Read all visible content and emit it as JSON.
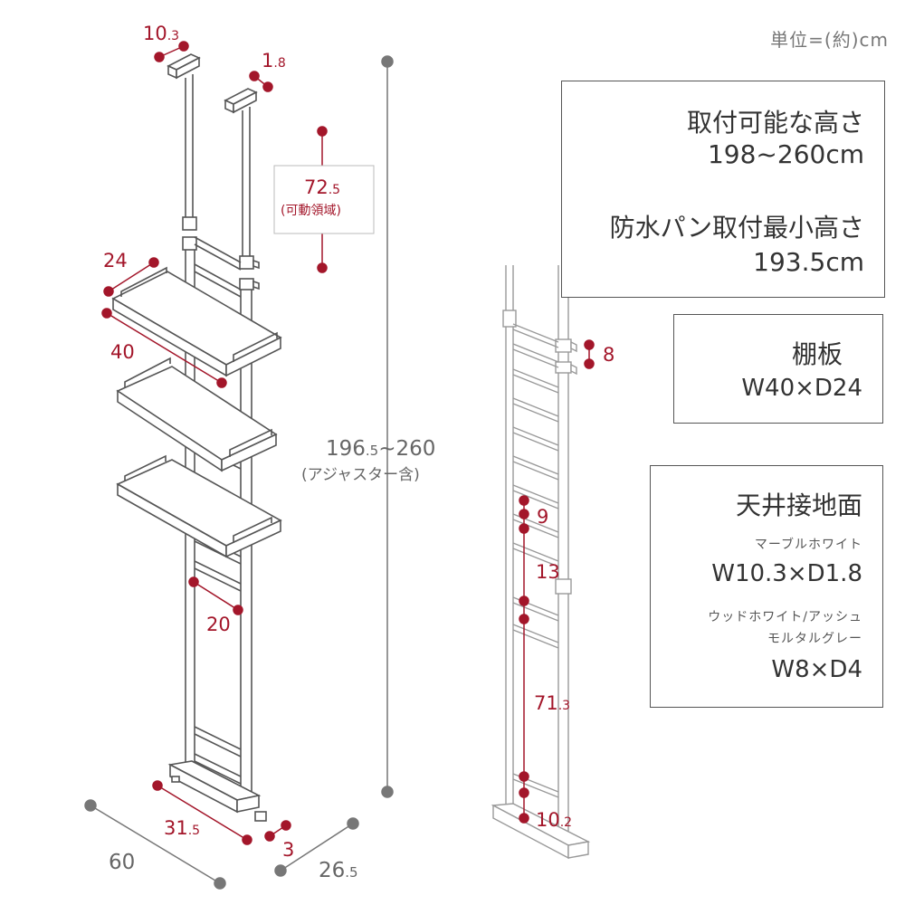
{
  "unit": "単位=(約)cm",
  "box_height": {
    "label1": "取付可能な高さ",
    "value1": "198~260cm",
    "label2": "防水パン取付最小高さ",
    "value2": "193.5cm"
  },
  "box_shelf": {
    "label": "棚板",
    "value": "W40×D24"
  },
  "box_contact": {
    "label": "天井接地面",
    "marble_label": "マーブルホワイト",
    "marble_value": "W10.3×D1.8",
    "wood_label_1": "ウッドホワイト/アッシュ",
    "wood_label_2": "モルタルグレー",
    "wood_value": "W8×D4"
  },
  "dims": {
    "top_pad_width_main": "10",
    "top_pad_width_sub": ".3",
    "top_pad_depth_main": "1",
    "top_pad_depth_sub": ".8",
    "adjust_range_main": "72",
    "adjust_range_sub": ".5",
    "adjust_range_note": "(可動領域)",
    "shelf_depth": "24",
    "shelf_width": "40",
    "total_height_main_a": "196",
    "total_height_sub": ".5",
    "total_height_main_b": "~260",
    "total_height_note": "(アジャスター含)",
    "ladder_pitch_diag": "20",
    "base_width_main": "31",
    "base_width_sub": ".5",
    "base_depth": "3",
    "footprint_width": "60",
    "footprint_depth_main": "26",
    "footprint_depth_sub": ".5",
    "side_top_gap": "8",
    "side_pitch_a": "9",
    "side_pitch_b": "13",
    "side_span_main": "71",
    "side_span_sub": ".3",
    "side_bottom_main": "10",
    "side_bottom_sub": ".2"
  },
  "colors": {
    "accent_red": "#a3162a",
    "dim_gray": "#666666",
    "frame_line": "#555555"
  }
}
